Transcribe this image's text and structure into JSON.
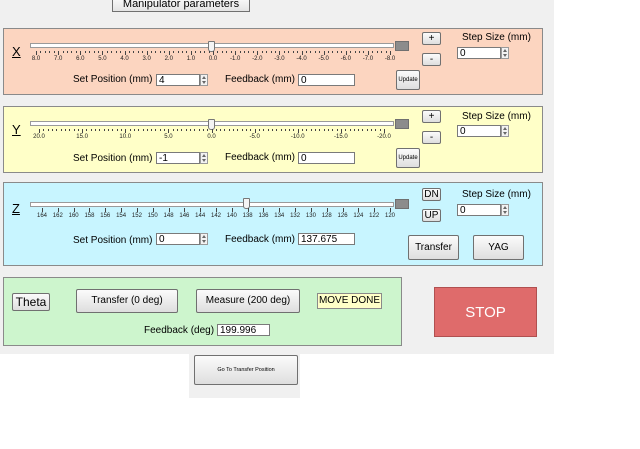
{
  "title": "Manipulator parameters",
  "axes": [
    {
      "key": "x",
      "letter": "X",
      "color": "#fcd5c0",
      "ticks": [
        "8.0",
        "7.0",
        "6.0",
        "5.0",
        "4.0",
        "3.0",
        "2.0",
        "1.0",
        "0.0",
        "-1.0",
        "-2.0",
        "-3.0",
        "-4.0",
        "-5.0",
        "-6.0",
        "-7.0",
        "-8.0"
      ],
      "set_label": "Set Position (mm)",
      "set_value": "4",
      "feedback_label": "Feedback (mm)",
      "feedback_value": "0",
      "step_label": "Step Size (mm)",
      "step_value": "0",
      "plus_label": "+",
      "minus_label": "-",
      "update_label": "Update",
      "slider_fraction": 0.5
    },
    {
      "key": "y",
      "letter": "Y",
      "color": "#ffffc8",
      "ticks": [
        "20.0",
        "15.0",
        "10.0",
        "5.0",
        "0.0",
        "-5.0",
        "-10.0",
        "-15.0",
        "-20.0"
      ],
      "set_label": "Set Position (mm)",
      "set_value": "-1",
      "feedback_label": "Feedback (mm)",
      "feedback_value": "0",
      "step_label": "Step Size (mm)",
      "step_value": "0",
      "plus_label": "+",
      "minus_label": "-",
      "update_label": "Update",
      "slider_fraction": 0.5
    },
    {
      "key": "z",
      "letter": "Z",
      "color": "#c8f5ff",
      "ticks": [
        "164",
        "162",
        "160",
        "158",
        "156",
        "154",
        "152",
        "150",
        "148",
        "146",
        "144",
        "142",
        "140",
        "138",
        "136",
        "134",
        "132",
        "130",
        "128",
        "126",
        "124",
        "122",
        "120"
      ],
      "set_label": "Set Position (mm)",
      "set_value": "0",
      "feedback_label": "Feedback (mm)",
      "feedback_value": "137.675",
      "step_label": "Step Size (mm)",
      "step_value": "0",
      "dn_label": "DN",
      "up_label": "UP",
      "transfer_label": "Transfer",
      "yag_label": "YAG",
      "slider_fraction": 0.6
    }
  ],
  "theta": {
    "label": "Theta",
    "transfer_label": "Transfer (0 deg)",
    "measure_label": "Measure (200 deg)",
    "status": "MOVE DONE",
    "feedback_label": "Feedback (deg)",
    "feedback_value": "199.996"
  },
  "stop_label": "STOP",
  "goto_label": "Go To Transfer Position",
  "colors": {
    "x_panel": "#fcd5c0",
    "y_panel": "#ffffc8",
    "z_panel": "#c8f5ff",
    "theta_panel": "#cdf5cd",
    "stop": "#df6b6b",
    "status": "#ffffc8"
  }
}
